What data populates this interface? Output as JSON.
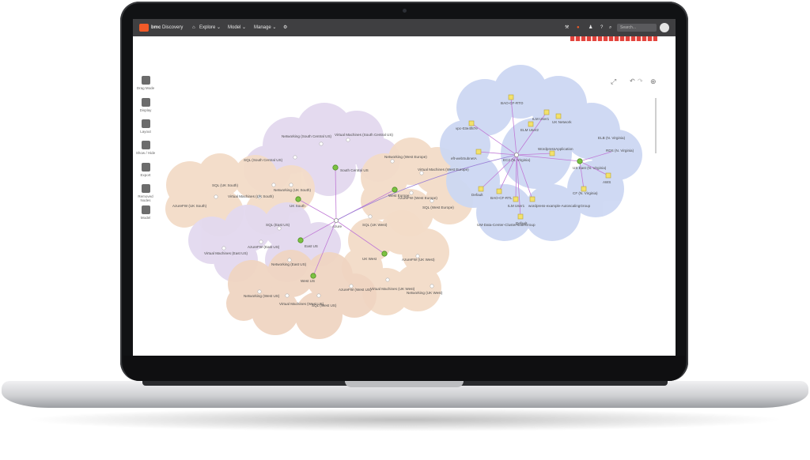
{
  "app": {
    "brand": "bmc",
    "product": "Discovery"
  },
  "menu": [
    {
      "label": "Explore"
    },
    {
      "label": "Model"
    },
    {
      "label": "Manage"
    }
  ],
  "search": {
    "placeholder": "Search..."
  },
  "palette": [
    {
      "label": "Drag Mode",
      "icon": "drag-icon"
    },
    {
      "label": "Display",
      "icon": "display-icon"
    },
    {
      "label": "Layout",
      "icon": "layout-icon"
    },
    {
      "label": "Show / Hide",
      "icon": "show-hide-icon"
    },
    {
      "label": "Export",
      "icon": "export-icon"
    },
    {
      "label": "Removed Nodes",
      "icon": "removed-nodes-icon"
    },
    {
      "label": "Model",
      "icon": "model-icon"
    }
  ],
  "graph": {
    "root": "Azure",
    "regions": [
      {
        "label": "South Central US",
        "children": [
          "Networking (South Central US)",
          "Virtual Machines (South Central US)",
          "SQL (South Central US)"
        ]
      },
      {
        "label": "UK South",
        "children": [
          "SQL (UK South)",
          "Virtual Machines (UK South)",
          "Networking (UK South)",
          "AzureFW (UK South)"
        ]
      },
      {
        "label": "West Europe",
        "children": [
          "Networking (West Europe)",
          "Virtual Machines (West Europe)",
          "AzureFW (West Europe)",
          "SQL (West Europe)"
        ]
      },
      {
        "label": "East US",
        "children": [
          "SQL (East US)",
          "AzureFW (East US)",
          "Virtual Machines (East US)",
          "Networking (East US)"
        ]
      },
      {
        "label": "UK West",
        "children": [
          "SQL (UK West)",
          "AzureFW (UK West)",
          "Virtual Machines (UK West)",
          "Networking (UK West)"
        ]
      },
      {
        "label": "West US",
        "children": [
          "Networking (West US)",
          "Virtual Machines (West US)",
          "SQL (West US)",
          "AzureFW (West US)"
        ]
      }
    ],
    "aws": {
      "hub": "EC2 (N. Virginia)",
      "region": "US East (N. Virginia)",
      "nodes": [
        "BAO-CF-RTO",
        "ILM User1",
        "vpc-03e4f87e",
        "UK Network",
        "ELM User2",
        "WordpressApplication",
        "ELB (N. Virginia)",
        "RDS (N. Virginia)",
        "eft-webSubnetA",
        "Default",
        "BAO-CF-RTL",
        "ILM User1",
        "wordpress-example-AutoscalingGroup",
        "CF (N. Virginia)",
        "AWS",
        "Default",
        "UM-Data-Center-ClusterNodeGroup"
      ]
    }
  },
  "colors": {
    "topbar": "#3f3f41",
    "brand": "#f05a28",
    "alert": "#e2433c",
    "purple_cloud": "#e3d9ef",
    "orange_cloud": "#f3dcc8",
    "blue_cloud": "#cdd8f3",
    "edge": "#c07ad6",
    "node_green": "#7cc242"
  }
}
